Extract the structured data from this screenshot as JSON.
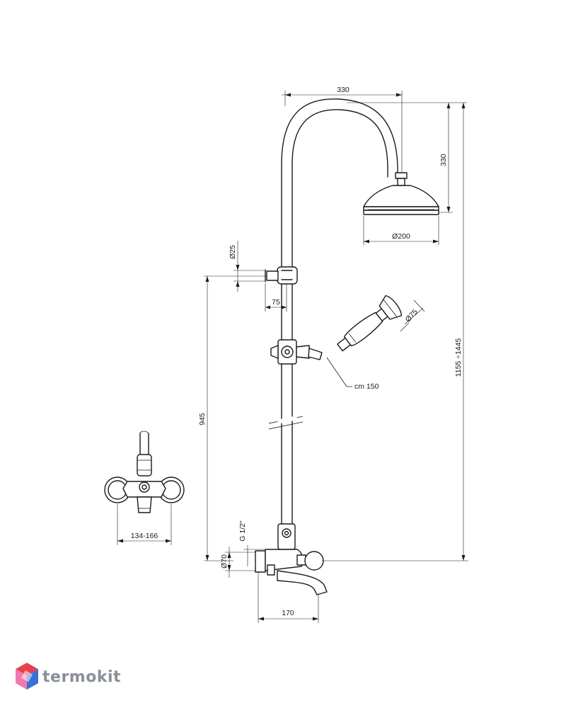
{
  "dimensions": {
    "arm_width": "330",
    "arm_height": "330",
    "head_diameter": "Ø200",
    "bar_diameter": "Ø25",
    "bracket_offset": "75",
    "hand_shower_diameter": "Ø75",
    "hose_length": "cm 150",
    "total_height": "1155 ÷1445",
    "bracket_height": "945",
    "connection": "G 1/2\"",
    "body_diameter": "Ø70",
    "spout_length": "170",
    "centers": "134-166"
  },
  "brand": {
    "name": "termokit",
    "colors": {
      "text": "#8a8f99",
      "red": "#e8404a",
      "pink": "#f07ab0",
      "blue": "#3b6fd8",
      "purple": "#8a5bc8"
    }
  }
}
